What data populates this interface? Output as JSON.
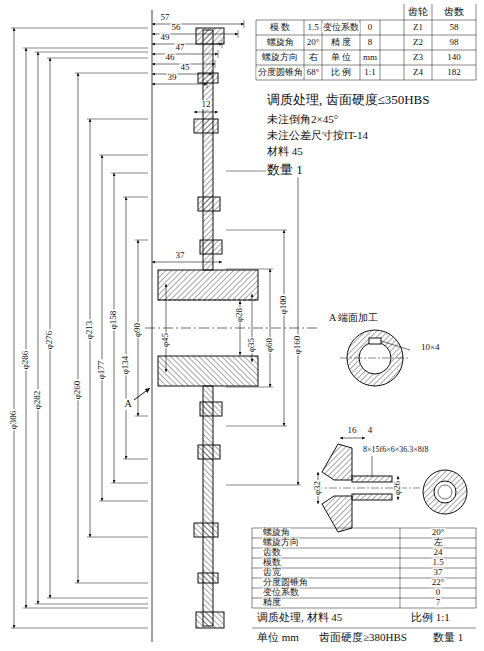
{
  "diagram": {
    "labels": [
      "齿轮",
      "齿数",
      "模 数",
      "1.5",
      "变位系数",
      "0",
      "Z1",
      "58",
      "螺旋角",
      "20°",
      "精 度",
      "8",
      "Z2",
      "98",
      "螺旋方向",
      "右",
      "单 位",
      "mm",
      "Z3",
      "140",
      "分度圆锥角",
      "68°",
      "比 例",
      "1:1",
      "Z4",
      "182",
      "调质处理, 齿面硬度≤350HBS",
      "未注倒角2×45°",
      "未注公差尺寸按IT-14",
      "材料 45",
      "数量 1",
      "57",
      "56",
      "49",
      "47",
      "46",
      "45",
      "39",
      "12",
      "37",
      "φ306",
      "φ286",
      "φ282",
      "φ276",
      "φ260",
      "φ213",
      "φ177",
      "φ158",
      "φ134",
      "φ90",
      "φ45",
      "φ28",
      "φ35",
      "φ60",
      "φ100",
      "φ160",
      "A",
      "A 端面加工",
      "10×4",
      "16",
      "4",
      "8×15f6×6×36.3×8f8",
      "φ32",
      "φ26",
      "螺旋角",
      "20°",
      "螺旋方向",
      "左",
      "齿数",
      "24",
      "模数",
      "1.5",
      "齿宽",
      "37",
      "分度圆锥角",
      "22°",
      "变位系数",
      "0",
      "精度",
      "7",
      "调质处理, 材料 45",
      "比例 1:1",
      "单位 mm",
      "齿面硬度≥380HBS",
      "数量 1"
    ]
  }
}
